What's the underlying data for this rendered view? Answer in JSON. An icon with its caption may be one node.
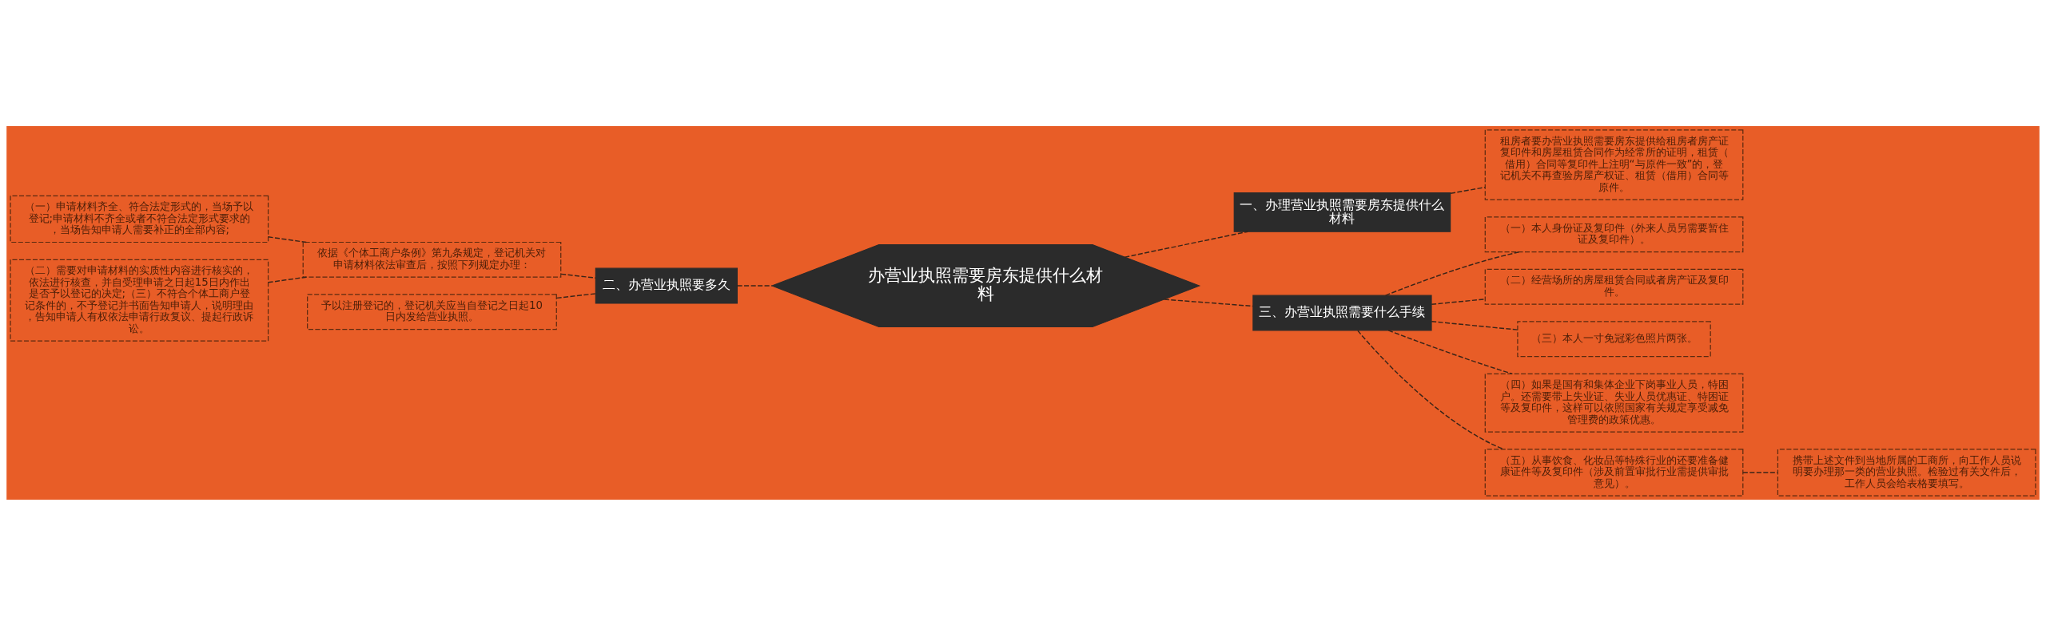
{
  "diagram": {
    "nodes": [
      {
        "text": [
          "办营业执照需要房东提供什么材料"
        ]
      },
      {
        "text": [
          "一、办理营业执照需要房东提供什么材料"
        ]
      },
      {
        "text": [
          "租房者要办营业执照需要房东提供给租房者房产证复印件和房屋租赁合同作为经常所的证明，租赁（借用）合同等复印件上注明“与原件一致”的，登记机关不再查验房屋产权证、租赁（借用）合同等原件。"
        ]
      },
      {
        "text": [
          "三、办营业执照需要什么手续"
        ]
      },
      {
        "text": [
          "（一）本人身份证及复印件（外来人员另需要暂住证及复印件）。"
        ]
      },
      {
        "text": [
          "（二）经营场所的房屋租赁合同或者房产证及复印件。"
        ]
      },
      {
        "text": [
          "（三）本人一寸免冠彩色照片两张。"
        ]
      },
      {
        "text": [
          "（四）如果是国有和集体企业下岗事业人员，特困户。还需要带上失业证、失业人员优惠证、特困证等及复印件，这样可以依照国家有关规定享受减免管理费的政策优惠。"
        ]
      },
      {
        "text": [
          "（五）从事饮食、化妆品等特殊行业的还要准备健康证件等及复印件（涉及前置审批行业需提供审批意见）。"
        ]
      },
      {
        "text": [
          "携带上述文件到当地所属的工商所，向工作人员说明要办理那一类的营业执照。检验过有关文件后，工作人员会给表格要填写。"
        ]
      },
      {
        "text": [
          "二、办营业执照要多久"
        ]
      },
      {
        "text": [
          "依据《个体工商户条例》第九条规定，登记机关对申请材料依法审查后，按照下列规定办理："
        ]
      },
      {
        "text": [
          "（一）申请材料齐全、符合法定形式的，当场予以登记;申请材料不齐全或者不符合法定形式要求的，当场告知申请人需要补正的全部内容;"
        ]
      },
      {
        "text": [
          "（二）需要对申请材料的实质性内容进行核实的，依法进行核查，并自受理申请之日起15日内作出是否予以登记的决定;（三）不符合个体工商户登记条件的，不予登记并书面告知申请人，说明理由，告知申请人有权依法申请行政复议、提起行政诉讼。"
        ]
      },
      {
        "text": [
          "予以注册登记的，登记机关应当自登记之日起10日内发给营业执照。"
        ]
      }
    ],
    "edges": [
      {
        "from": 0,
        "to": 1,
        "arrow": "none"
      },
      {
        "from": 1,
        "to": 2,
        "arrow": "none"
      },
      {
        "from": 0,
        "to": 3,
        "arrow": "none"
      },
      {
        "from": 3,
        "to": 4,
        "arrow": "none"
      },
      {
        "from": 3,
        "to": 5,
        "arrow": "none"
      },
      {
        "from": 3,
        "to": 6,
        "arrow": "none"
      },
      {
        "from": 3,
        "to": 7,
        "arrow": "none"
      },
      {
        "from": 3,
        "to": 8,
        "arrow": "none"
      },
      {
        "from": 8,
        "to": 9,
        "arrow": "none"
      },
      {
        "from": 0,
        "to": 10,
        "arrow": "none"
      },
      {
        "from": 10,
        "to": 11,
        "arrow": "none"
      },
      {
        "from": 11,
        "to": 12,
        "arrow": "none"
      },
      {
        "from": 11,
        "to": 13,
        "arrow": "none"
      },
      {
        "from": 10,
        "to": 14,
        "arrow": "none"
      }
    ]
  }
}
